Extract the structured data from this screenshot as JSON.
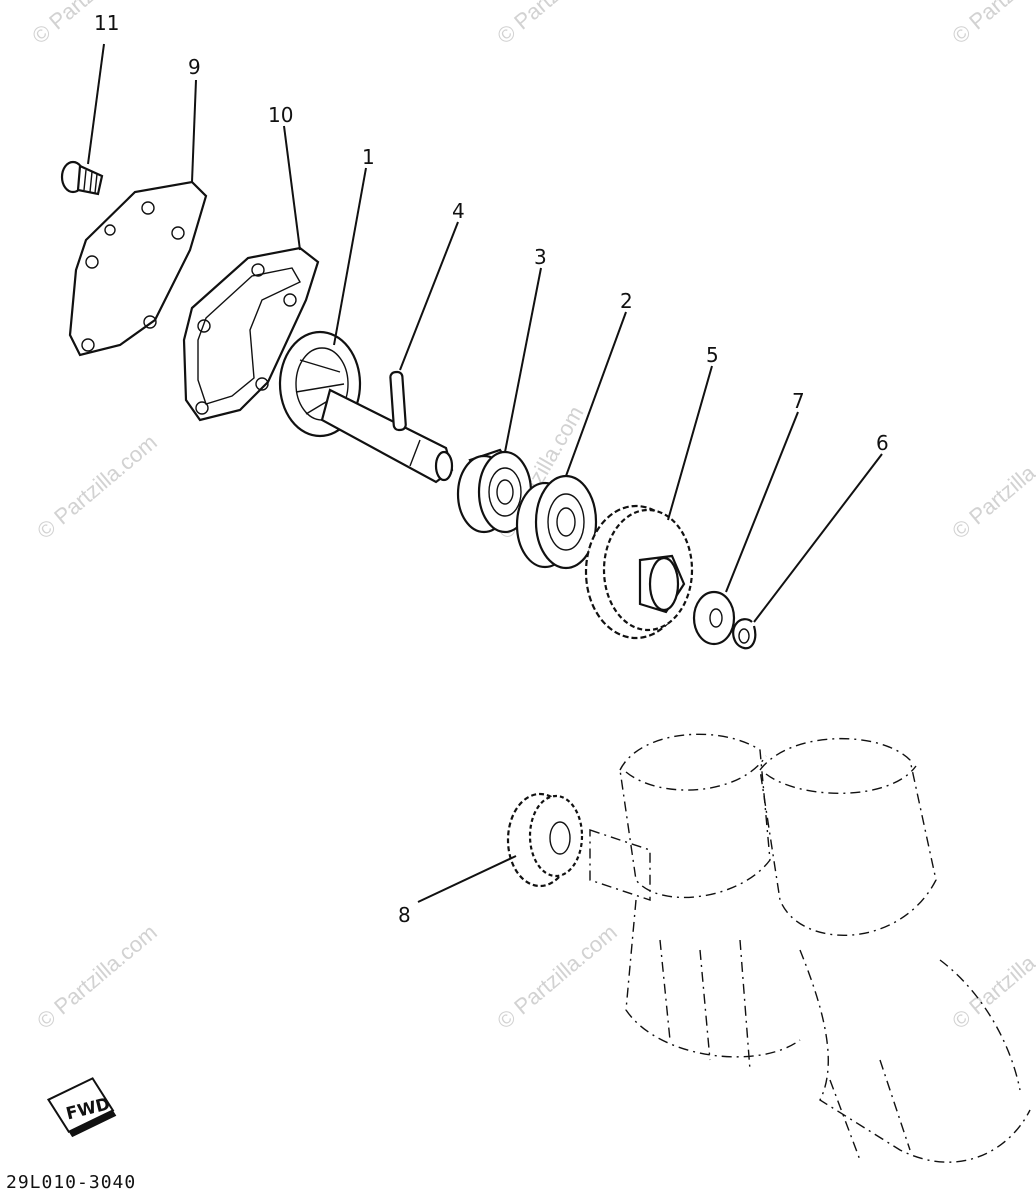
{
  "callouts": [
    {
      "id": "11",
      "label": "11"
    },
    {
      "id": "9",
      "label": "9"
    },
    {
      "id": "10",
      "label": "10"
    },
    {
      "id": "1",
      "label": "1"
    },
    {
      "id": "4",
      "label": "4"
    },
    {
      "id": "3",
      "label": "3"
    },
    {
      "id": "2",
      "label": "2"
    },
    {
      "id": "5",
      "label": "5"
    },
    {
      "id": "7",
      "label": "7"
    },
    {
      "id": "6",
      "label": "6"
    },
    {
      "id": "8",
      "label": "8"
    }
  ],
  "diagram_code": "29L010-3040",
  "fwd_label": "FWD",
  "watermark": "© Partzilla.com"
}
